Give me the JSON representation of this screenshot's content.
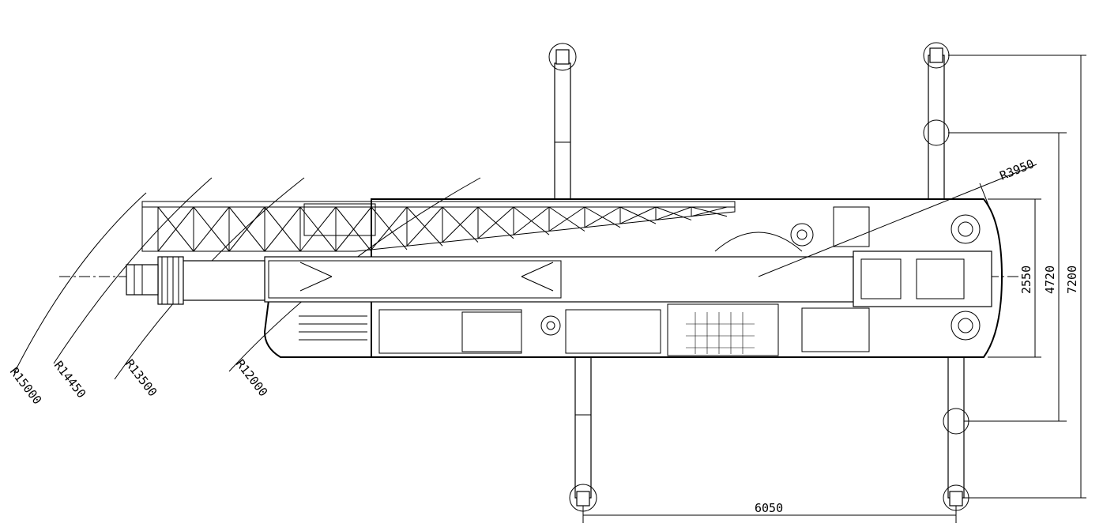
{
  "drawing": {
    "title": "Crane working radius top view",
    "radii": {
      "r1": "R15000",
      "r2": "R14450",
      "r3": "R13500",
      "r4": "R12000",
      "r5": "R3950"
    },
    "dimensions": {
      "track_width": "2550",
      "outrigger_mid": "4720",
      "outrigger_full": "7200",
      "outrigger_length": "6050"
    }
  }
}
